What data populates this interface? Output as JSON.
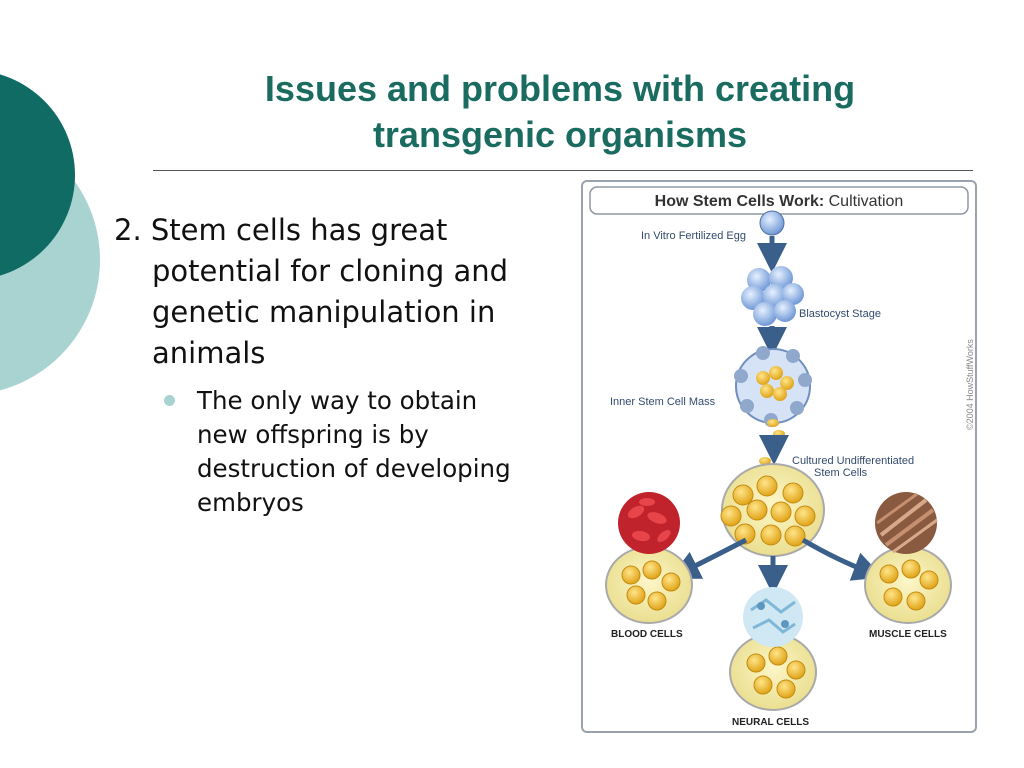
{
  "slide": {
    "title_line1": "Issues and problems with creating",
    "title_line2": "transgenic organisms",
    "point_number": "2.",
    "point_text": "Stem cells has great potential for cloning and genetic manipulation in animals",
    "subpoint_text": "The only way to obtain new offspring is by destruction of developing embryos"
  },
  "figure": {
    "header_bold": "How Stem Cells  Work:",
    "header_regular": "Cultivation",
    "labels": {
      "egg": "In Vitro Fertilized Egg",
      "blastocyst": "Blastocyst Stage",
      "inner_mass": "Inner Stem Cell Mass",
      "cultured_line1": "Cultured Undifferentiated",
      "cultured_line2": "Stem Cells",
      "blood": "BLOOD CELLS",
      "muscle": "MUSCLE CELLS",
      "neural": "NEURAL CELLS"
    },
    "copyright": "©2004 HowStuffWorks"
  },
  "colors": {
    "title": "#1a6b60",
    "deco_dark": "#0f6b63",
    "deco_light": "#a8d3d1",
    "arrow": "#3a5f8a",
    "cell_yellow": "#f3c23a"
  }
}
